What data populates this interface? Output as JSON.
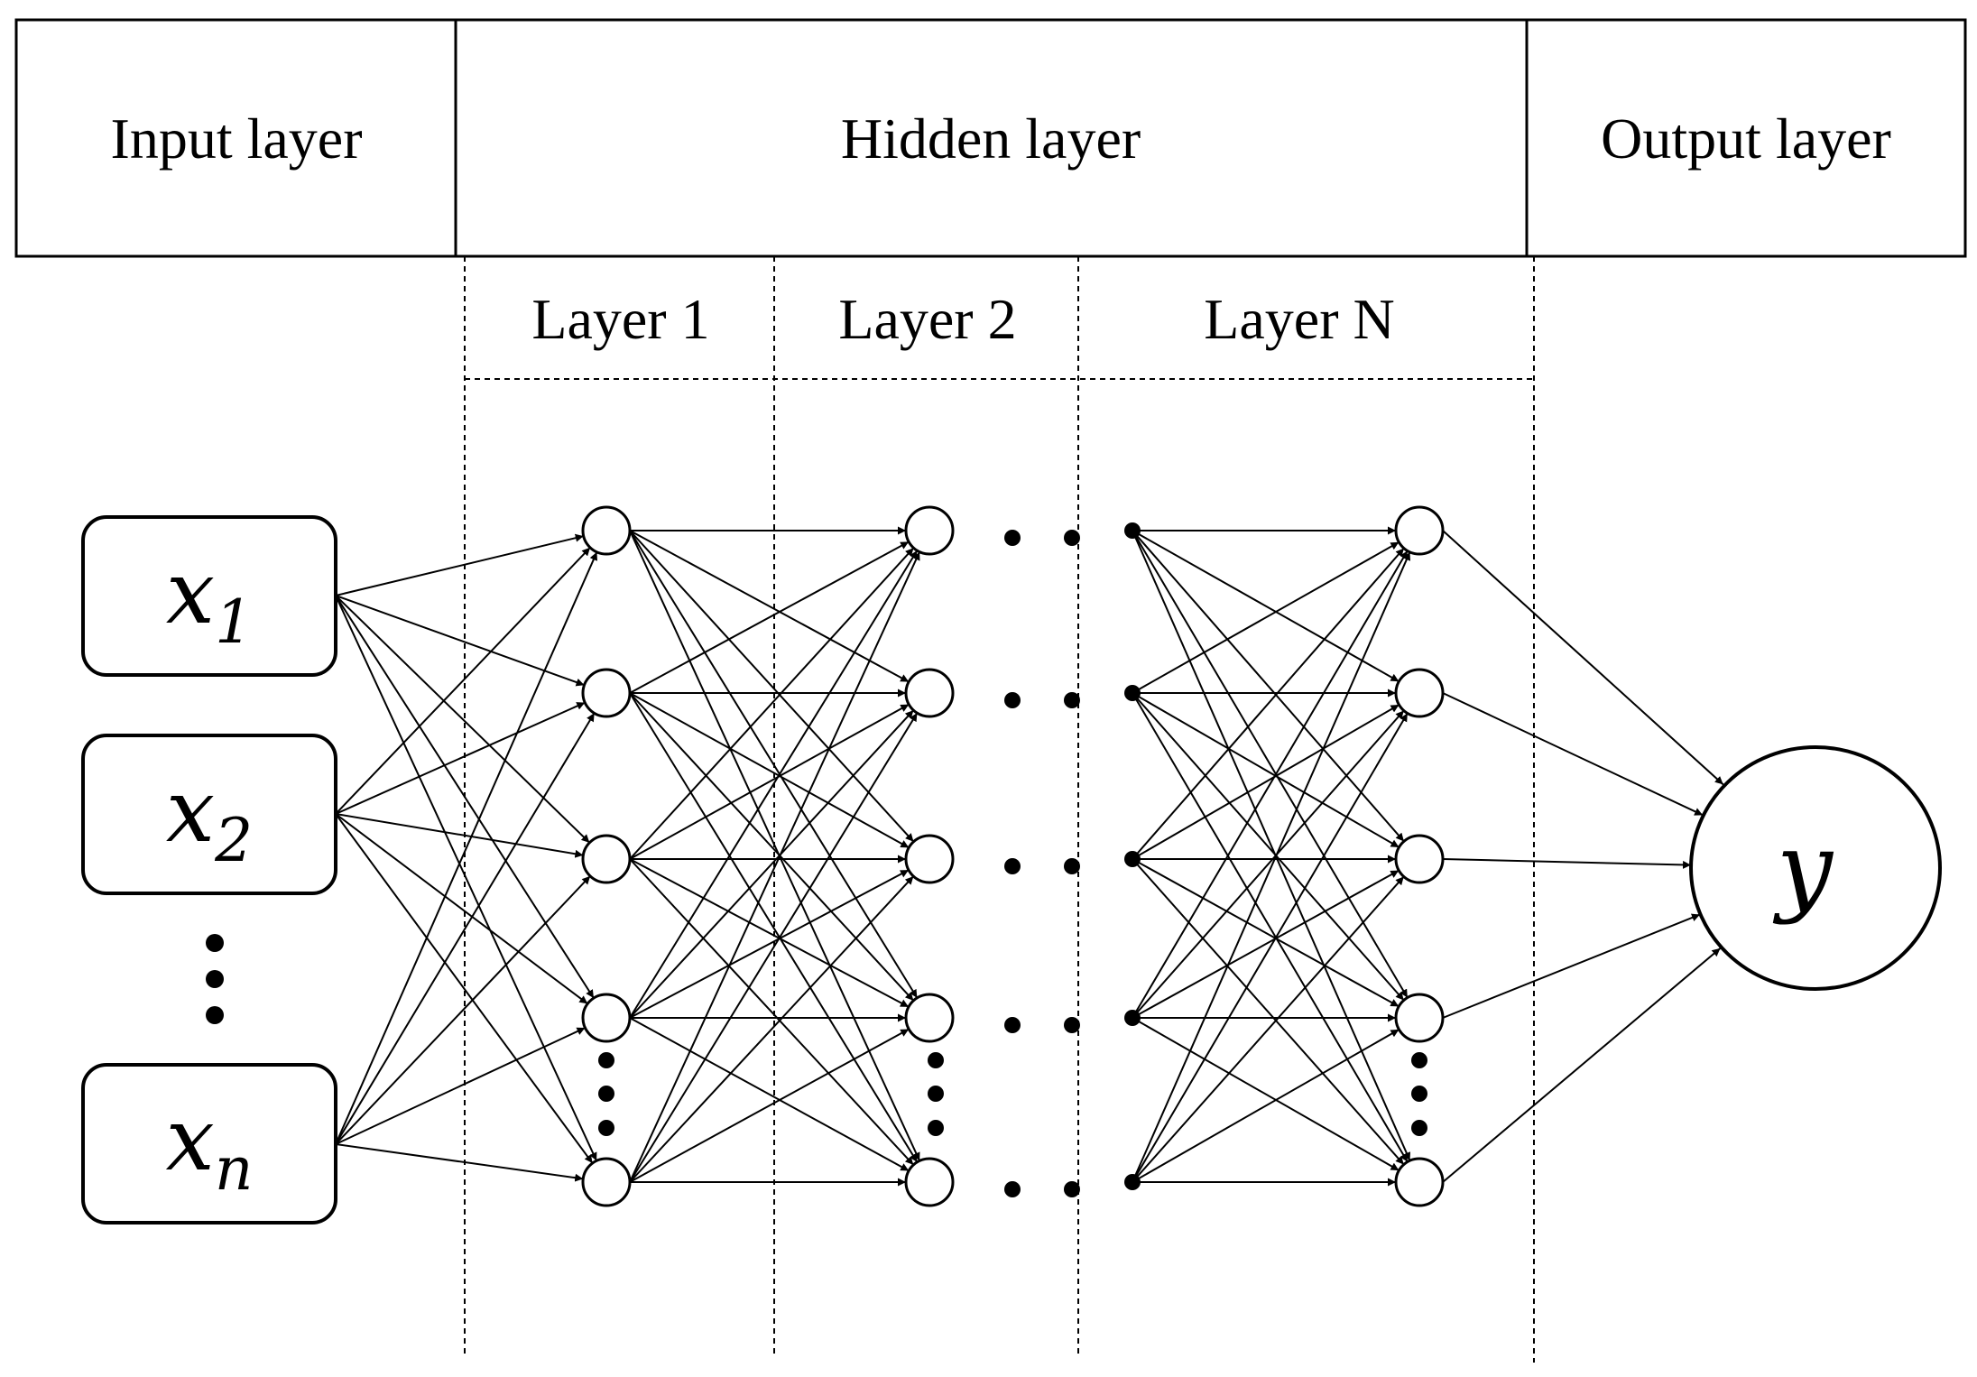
{
  "header": {
    "input_label": "Input layer",
    "hidden_label": "Hidden layer",
    "output_label": "Output layer"
  },
  "sub_layers": {
    "layer1": "Layer 1",
    "layer2": "Layer 2",
    "layerN": "Layer N"
  },
  "inputs": [
    {
      "var": "x",
      "sub": "1"
    },
    {
      "var": "x",
      "sub": "2"
    },
    {
      "var": "x",
      "sub": "n"
    }
  ],
  "output": {
    "var": "y"
  },
  "colors": {
    "stroke": "#000000",
    "background": "#ffffff"
  }
}
